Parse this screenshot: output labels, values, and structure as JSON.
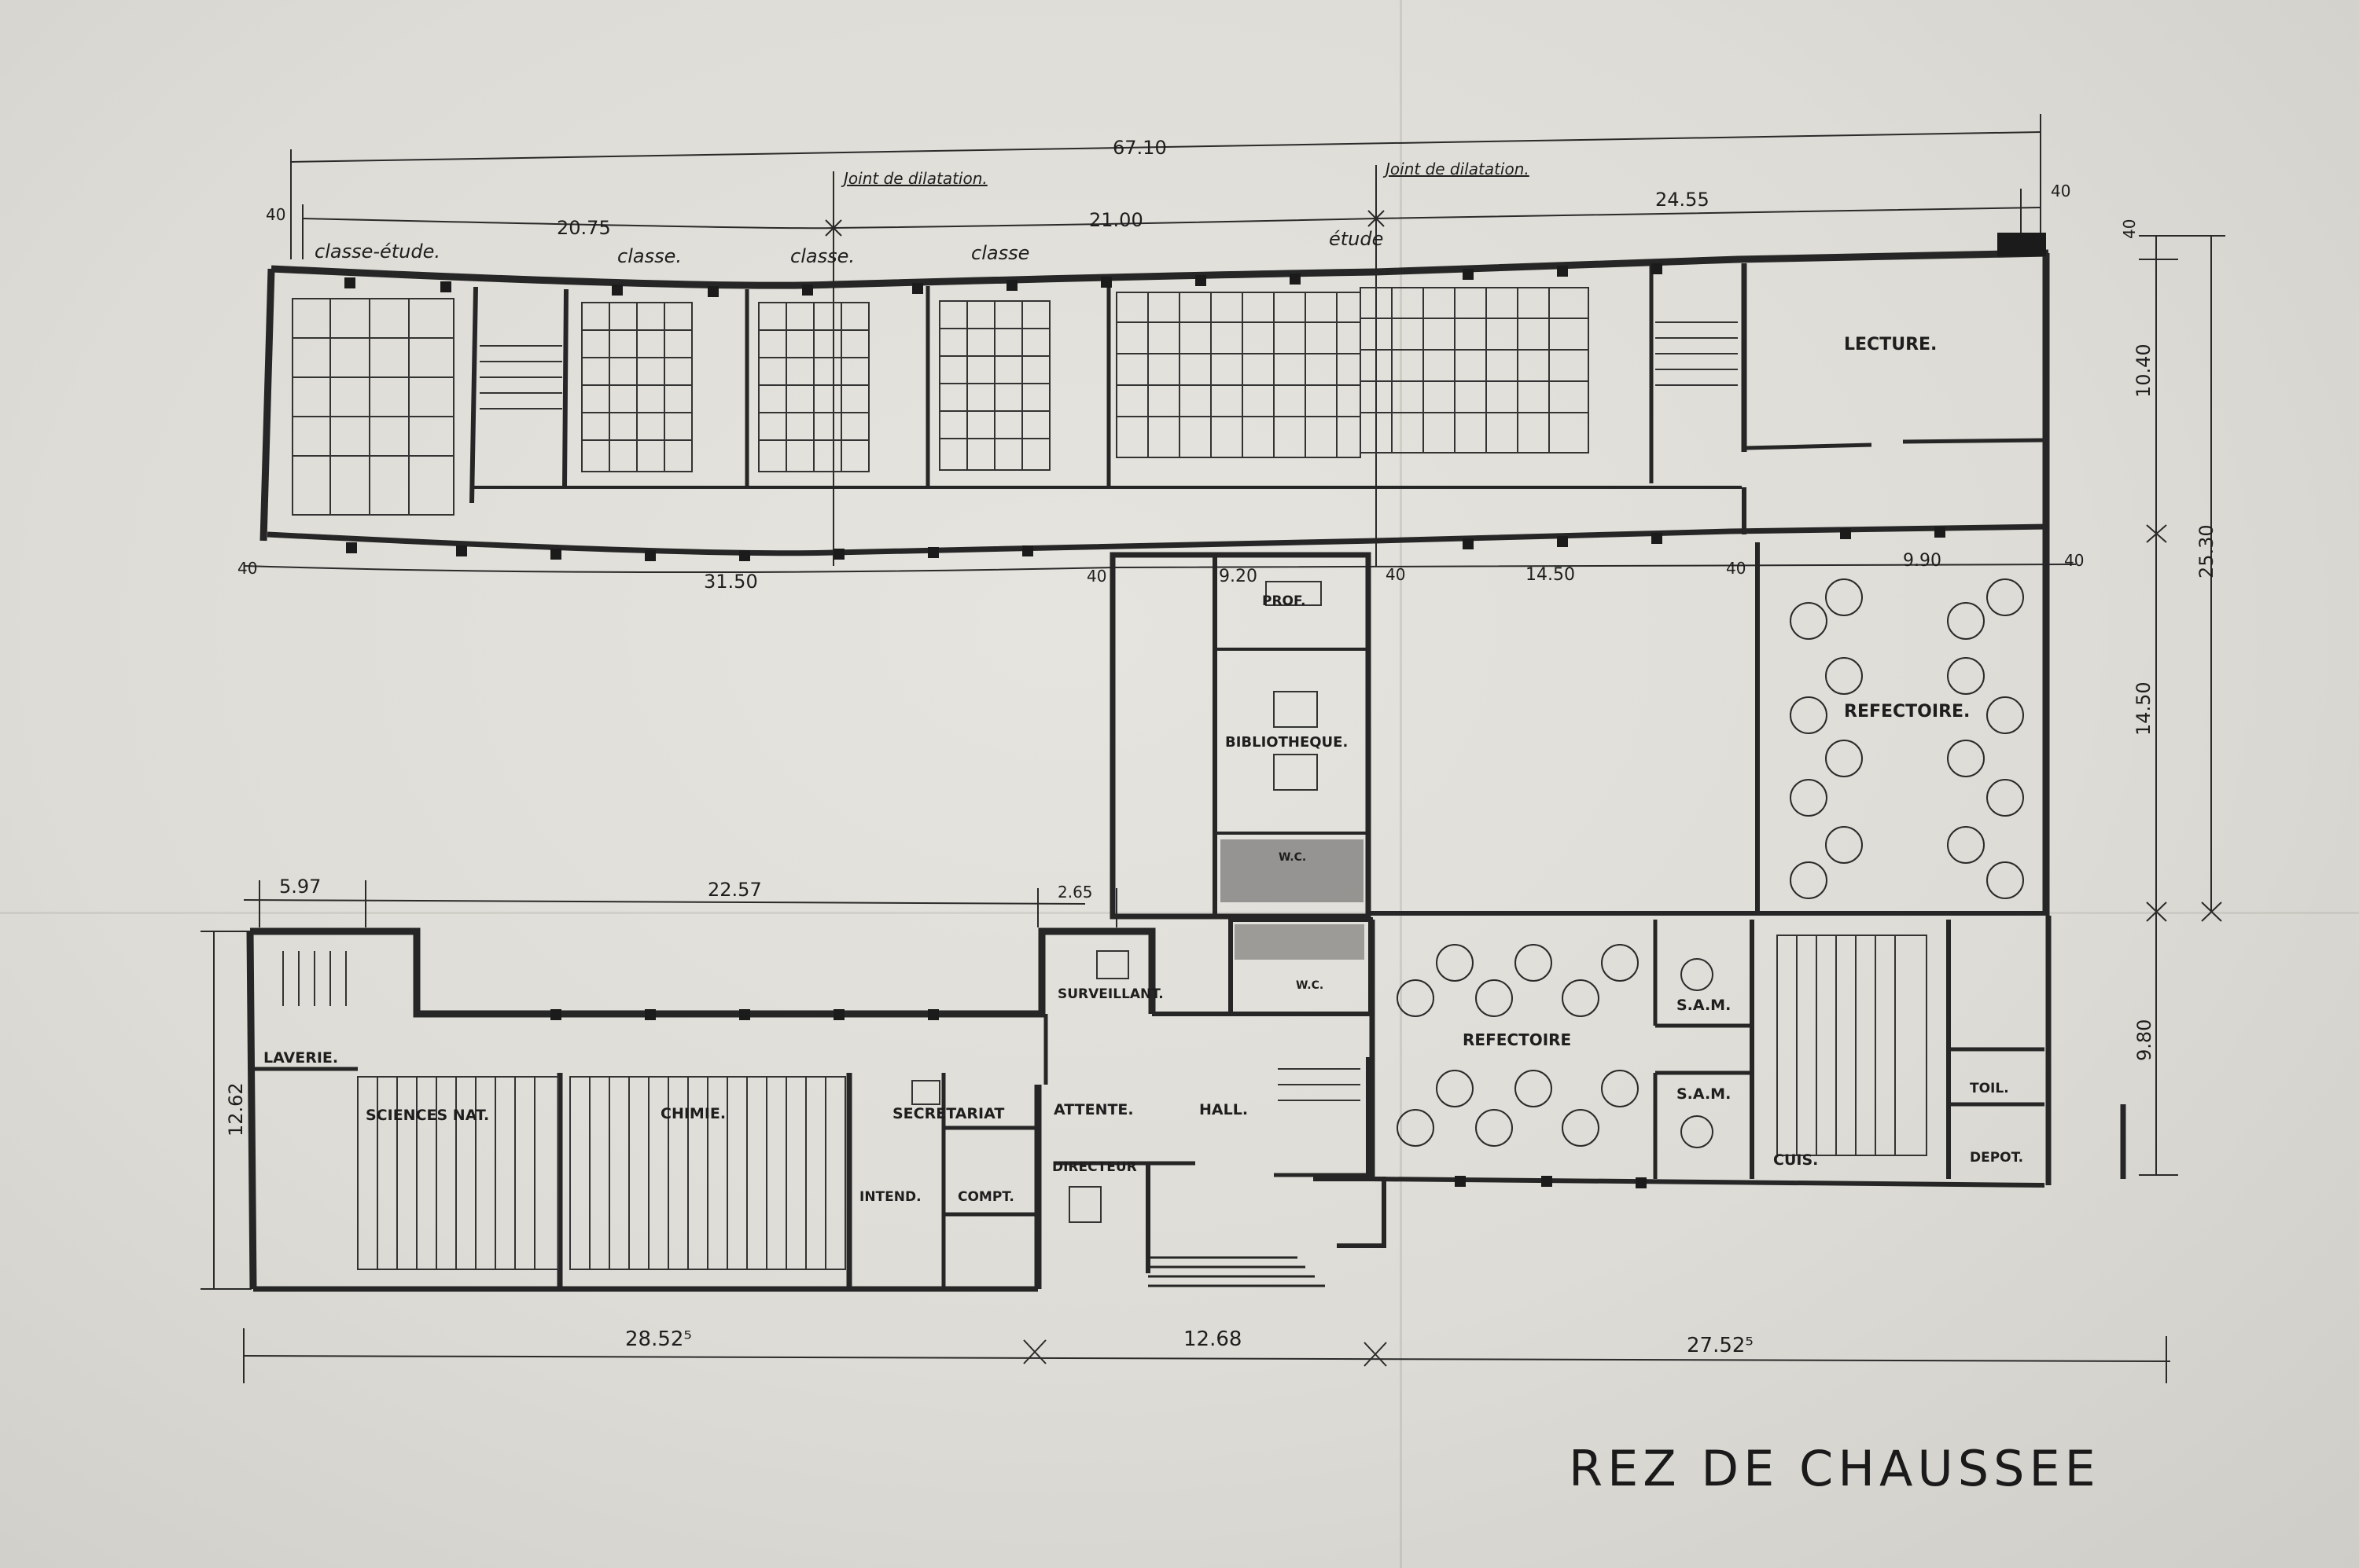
{
  "title": "REZ DE CHAUSSEE",
  "annotations": {
    "joint_left": "Joint de dilatation.",
    "joint_right": "Joint de dilatation."
  },
  "rooms": {
    "classe_etude": "classe-étude.",
    "classe1": "classe.",
    "classe2": "classe.",
    "classe3": "classe",
    "etude": "étude",
    "lecture": "LECTURE.",
    "prof": "PROF.",
    "bibliotheque": "BIBLIOTHEQUE.",
    "refectoire_upper": "REFECTOIRE.",
    "wc_upper": "W.C.",
    "wc_lower": "W.C.",
    "surveillant": "SURVEILLANT.",
    "laverie": "LAVERIE.",
    "sciences": "SCIENCES NAT.",
    "chimie": "CHIMIE.",
    "secretariat": "SECRETARIAT",
    "attente": "ATTENTE.",
    "hall": "HALL.",
    "directeur": "DIRECTEUR",
    "intend": "INTEND.",
    "compt": "COMPT.",
    "refectoire_lower": "REFECTOIRE",
    "sam1": "S.A.M.",
    "sam2": "S.A.M.",
    "cuis": "CUIS.",
    "toil": "TOIL.",
    "depot": "DEPOT."
  },
  "dimensions": {
    "total_top": "67.10",
    "top_a": "20.75",
    "top_b": "21.00",
    "top_c": "24.55",
    "edge_40_tl": "40",
    "edge_40_tr": "40",
    "right_40_top": "40",
    "right_1040": "10.40",
    "right_2530": "25.30",
    "right_1450": "14.50",
    "right_980": "9.80",
    "mid_40_left": "40",
    "mid_3150": "31.50",
    "mid_40_b": "40",
    "mid_920": "9.20",
    "mid_40_c": "40",
    "mid_1450": "14.50",
    "mid_40_d": "40",
    "mid_990": "9.90",
    "mid_40_e": "40",
    "low_597": "5.97",
    "low_2257": "22.57",
    "low_265": "2.65",
    "left_1262": "12.62",
    "bot_2852": "28.52⁵",
    "bot_1268": "12.68",
    "bot_2752": "27.52⁵"
  }
}
